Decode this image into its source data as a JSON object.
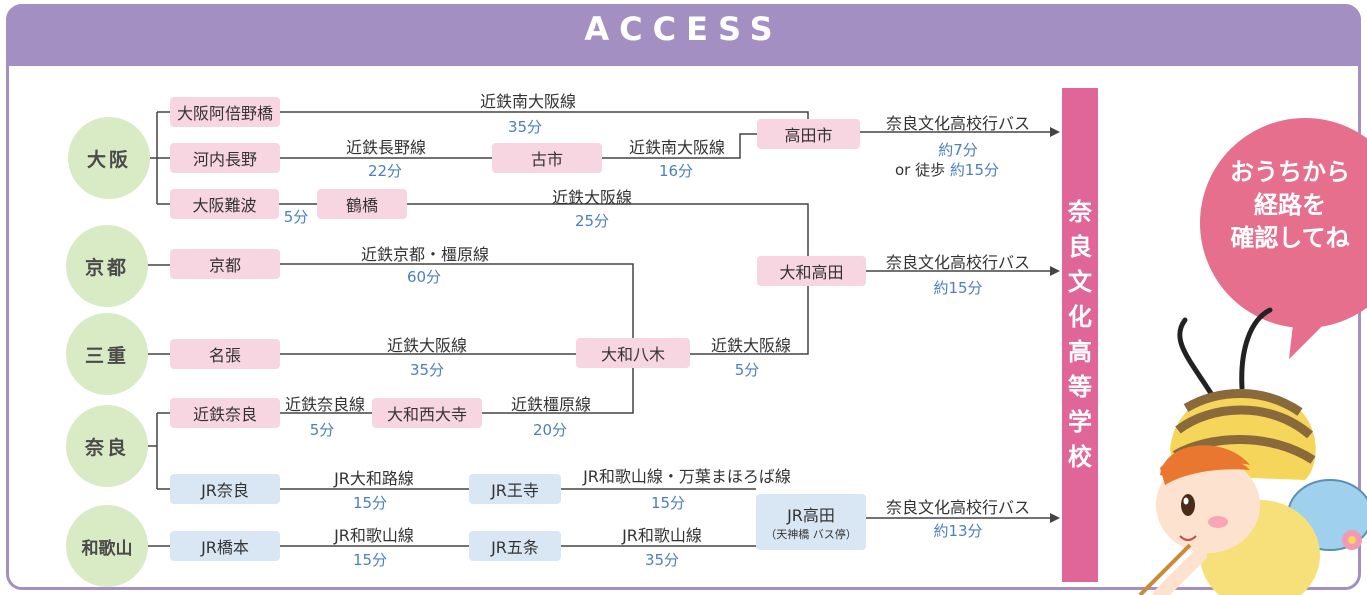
{
  "header": {
    "title": "ACCESS"
  },
  "origins": {
    "osaka": "大阪",
    "kyoto": "京都",
    "mie": "三重",
    "nara": "奈良",
    "wakayama": "和歌山"
  },
  "stations": {
    "osaka_abeno": "大阪阿倍野橋",
    "kawachi_nagano": "河内長野",
    "osaka_namba": "大阪難波",
    "tsuruhashi": "鶴橋",
    "furuichi": "古市",
    "takadashi": "高田市",
    "kyoto": "京都",
    "yamato_takada": "大和高田",
    "nabari": "名張",
    "yamato_yagi": "大和八木",
    "kintetsu_nara": "近鉄奈良",
    "yamato_saidaiji": "大和西大寺",
    "jr_nara": "JR奈良",
    "jr_oji": "JR王寺",
    "jr_takada": "JR高田",
    "jr_takada_sub": "（天神橋 バス停）",
    "jr_hashimoto": "JR橋本",
    "jr_gojo": "JR五条"
  },
  "routes": {
    "r1_line": "近鉄南大阪線",
    "r1_time": "35分",
    "r2_line": "近鉄長野線",
    "r2_time": "22分",
    "r3_line": "近鉄南大阪線",
    "r3_time": "16分",
    "r4_time": "5分",
    "r5_line": "近鉄大阪線",
    "r5_time": "25分",
    "r6_line": "近鉄京都・橿原線",
    "r6_time": "60分",
    "r7_line": "近鉄大阪線",
    "r7_time": "35分",
    "r8_line": "近鉄大阪線",
    "r8_time": "5分",
    "r9_line": "近鉄奈良線",
    "r9_time": "5分",
    "r10_line": "近鉄橿原線",
    "r10_time": "20分",
    "r11_line": "JR大和路線",
    "r11_time": "15分",
    "r12_line": "JR和歌山線・万葉まほろば線",
    "r12_time": "15分",
    "r13_line": "JR和歌山線",
    "r13_time": "15分",
    "r14_line": "JR和歌山線",
    "r14_time": "35分"
  },
  "finals": {
    "bus_label_1": "奈良文化高校行バス",
    "bus_time_1": "約7分",
    "walk_prefix": "or 徒歩",
    "walk_time": "約15分",
    "bus_label_2": "奈良文化高校行バス",
    "bus_time_2": "約15分",
    "bus_label_3": "奈良文化高校行バス",
    "bus_time_3": "約13分"
  },
  "school": {
    "chars": [
      "奈",
      "良",
      "文",
      "化",
      "高",
      "等",
      "学",
      "校"
    ]
  },
  "bubble": {
    "line1": "おうちから",
    "line2": "経路を",
    "line3": "確認してね"
  },
  "colors": {
    "header": "#a48fc3",
    "origin_circle": "#d9ebc4",
    "kintetsu_station": "#f8d6e1",
    "jr_station": "#d9e6f4",
    "school_bar": "#e06699",
    "time_text": "#4b7fbf",
    "bubble": "#e76f8e"
  }
}
